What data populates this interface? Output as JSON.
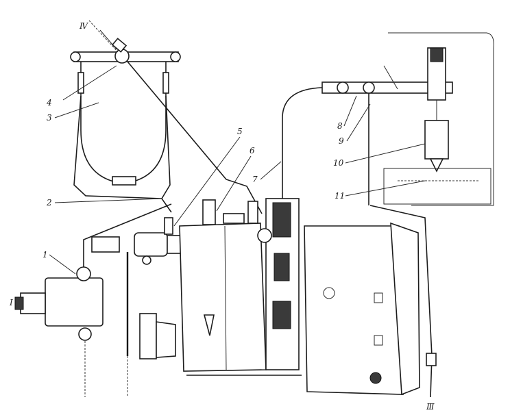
{
  "labels": {
    "l_top": "Ⅳ",
    "l4": "4",
    "l3": "3",
    "l2": "2",
    "l1": "1",
    "l5": "5",
    "l6": "6",
    "l7": "7",
    "l8": "8",
    "l9": "9",
    "l10": "10",
    "l11": "11",
    "l_right": "Ⅲ",
    "l_left": "Ⅰ"
  },
  "colors": {
    "ink": "#1c1c1c",
    "paper": "#ffffff"
  }
}
